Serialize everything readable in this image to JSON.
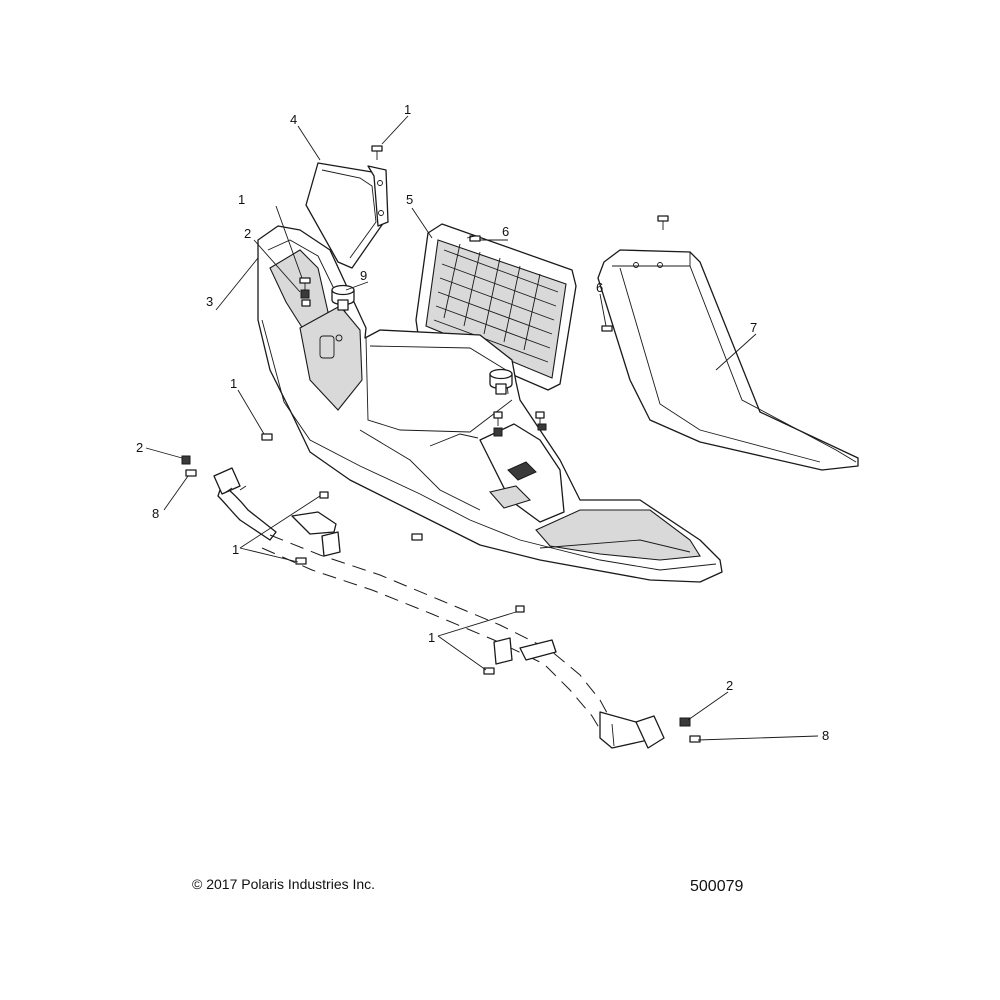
{
  "footer": {
    "copyright": "© 2017 Polaris Industries Inc.",
    "drawing_number": "500079"
  },
  "callouts": [
    "1",
    "1",
    "1",
    "1",
    "1",
    "2",
    "2",
    "2",
    "3",
    "4",
    "5",
    "6",
    "6",
    "7",
    "8",
    "8",
    "9"
  ]
}
